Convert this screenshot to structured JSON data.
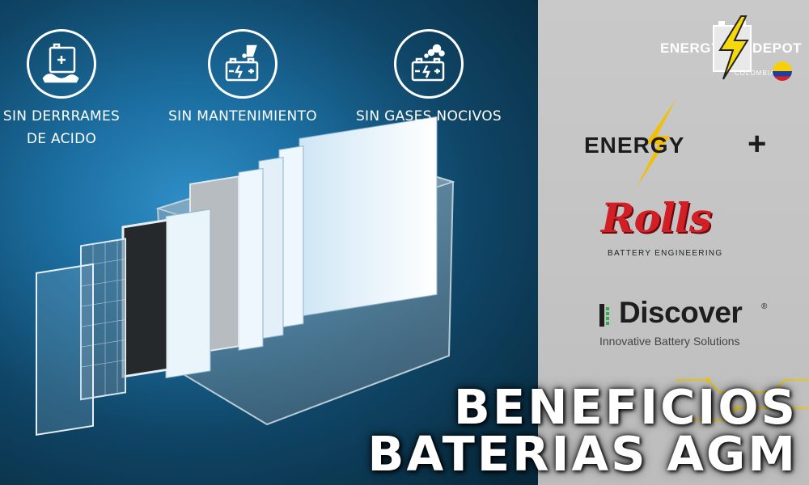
{
  "benefits": [
    {
      "label": "SIN DERRRAMES\nDE ACIDO",
      "icon": "acid-spill-battery-icon"
    },
    {
      "label": "SIN MANTENIMIENTO",
      "icon": "no-maintenance-battery-icon"
    },
    {
      "label": "SIN GASES NOCIVOS",
      "icon": "no-gas-battery-icon"
    }
  ],
  "logos": {
    "energy_depot": {
      "left_word": "ENERGY",
      "right_word": "DEPOT",
      "sub": "COLOMBIA",
      "accent": "#f5d90a"
    },
    "energy_plus": {
      "word": "ENERGY",
      "plus": "+",
      "accent": "#f2c000"
    },
    "rolls": {
      "word": "Rolls",
      "sub": "BATTERY ENGINEERING",
      "color": "#d21f26"
    },
    "discover": {
      "word": "Discover",
      "registered": "®",
      "sub": "Innovative Battery Solutions",
      "accent": "#2fae4a"
    }
  },
  "headline": {
    "line1": "BENEFICIOS",
    "line2": "BATERIAS AGM"
  },
  "colors": {
    "panel_right": "#c4c4c4",
    "panel_left": "#1b6d9f",
    "text": "#ffffff"
  }
}
